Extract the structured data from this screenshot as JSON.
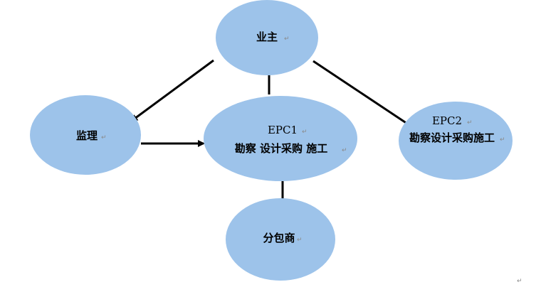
{
  "colors": {
    "node_fill": "#9dc3ea",
    "edge": "#000000"
  },
  "nodes": {
    "owner": {
      "label": "业主"
    },
    "supervisor": {
      "label": "监理"
    },
    "epc1": {
      "title": "EPC1",
      "subtitle": "勘察 设计采购 施工"
    },
    "epc2": {
      "title": "EPC2",
      "subtitle": "勘察设计采购施工"
    },
    "subcontractor": {
      "label": "分包商"
    }
  },
  "paragraph_mark": "↵"
}
